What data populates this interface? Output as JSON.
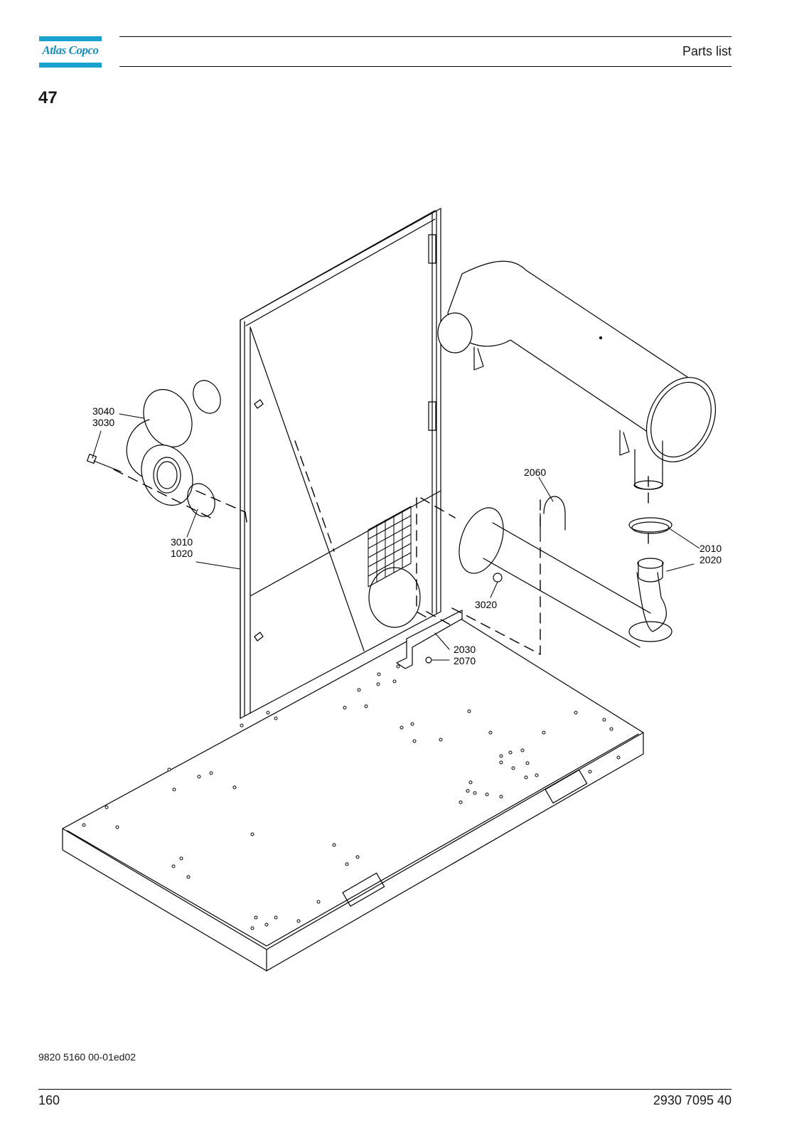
{
  "brand": {
    "logo_text": "Atlas Copco",
    "accent_color": "#1aa3cf"
  },
  "header": {
    "title": "Parts list"
  },
  "section": {
    "number": "47"
  },
  "callouts": {
    "c3040": "3040",
    "c3030": "3030",
    "c3010": "3010",
    "c1020": "1020",
    "c2060": "2060",
    "c2010": "2010",
    "c2020": "2020",
    "c3020": "3020",
    "c2030": "2030",
    "c2070": "2070"
  },
  "footer": {
    "doc_code": "9820 5160 00-01ed02",
    "page_number": "160",
    "part_number": "2930 7095 40"
  }
}
